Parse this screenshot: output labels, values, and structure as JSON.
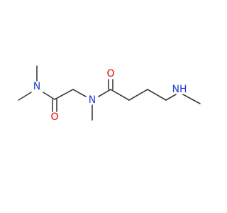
{
  "molecule": {
    "colors": {
      "carbon_bond": "#3a3a3a",
      "nitrogen": "#1f3fd6",
      "oxygen": "#e10000",
      "background": "#ffffff"
    },
    "atoms": {
      "n_dimethylamide": "N",
      "o_glycinamide": "O",
      "n_central": "N",
      "o_butanamide": "O",
      "nh_methylamino": "NH"
    }
  }
}
